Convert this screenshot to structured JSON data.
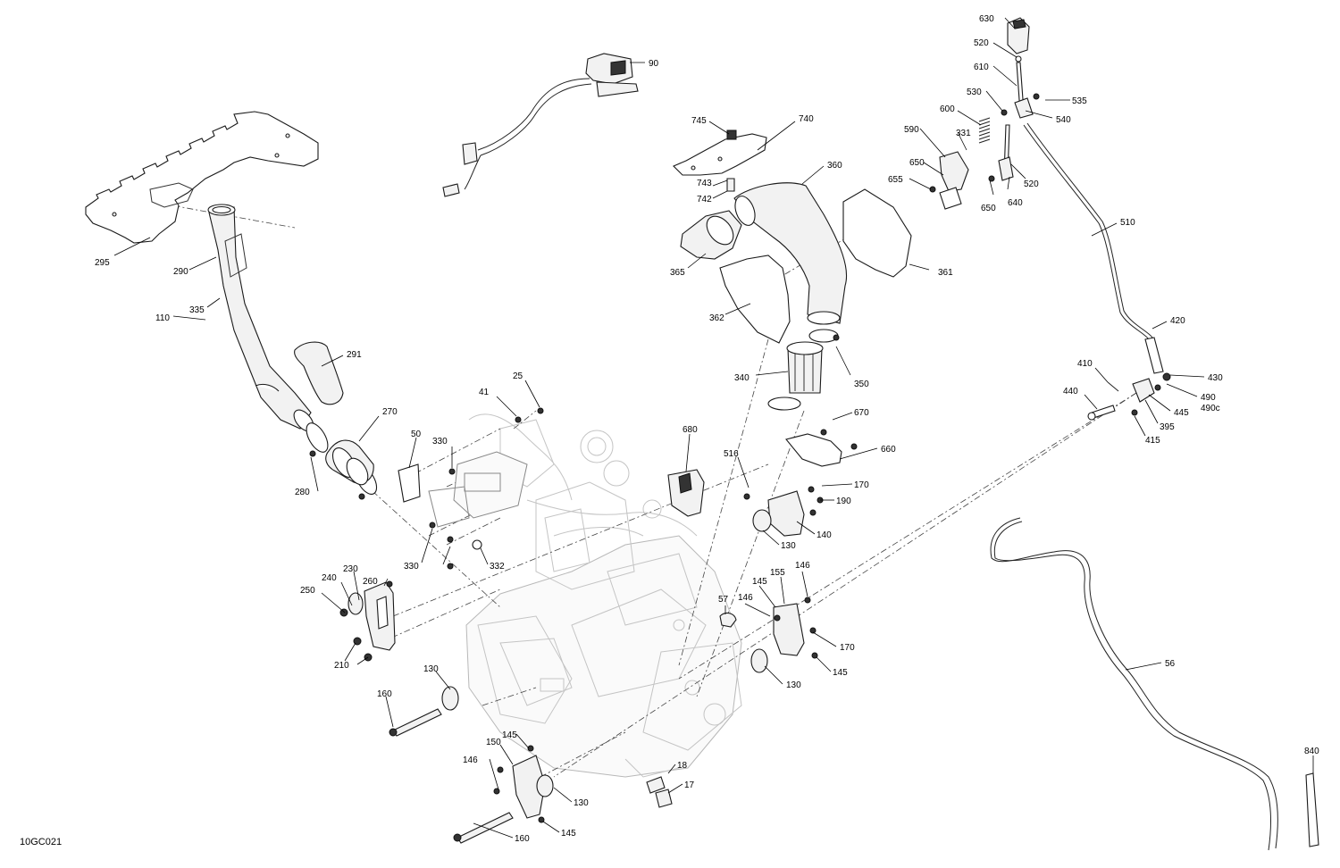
{
  "drawing_code": "10GC021",
  "callouts": [
    "630",
    "520",
    "90",
    "610",
    "530",
    "535",
    "540",
    "745",
    "740",
    "600",
    "590",
    "331",
    "650",
    "655",
    "650",
    "640",
    "520",
    "360",
    "743",
    "742",
    "295",
    "290",
    "365",
    "361",
    "510",
    "335",
    "110",
    "362",
    "420",
    "291",
    "340",
    "350",
    "410",
    "430",
    "440",
    "490",
    "490c",
    "445",
    "25",
    "41",
    "270",
    "680",
    "670",
    "415",
    "395",
    "50",
    "330",
    "660",
    "516",
    "280",
    "170",
    "190",
    "140",
    "130",
    "330",
    "332",
    "260",
    "230",
    "240",
    "250",
    "210",
    "145",
    "155",
    "146",
    "146",
    "57",
    "170",
    "145",
    "130",
    "56",
    "130",
    "160",
    "145",
    "150",
    "146",
    "18",
    "17",
    "130",
    "840",
    "160",
    "145"
  ]
}
